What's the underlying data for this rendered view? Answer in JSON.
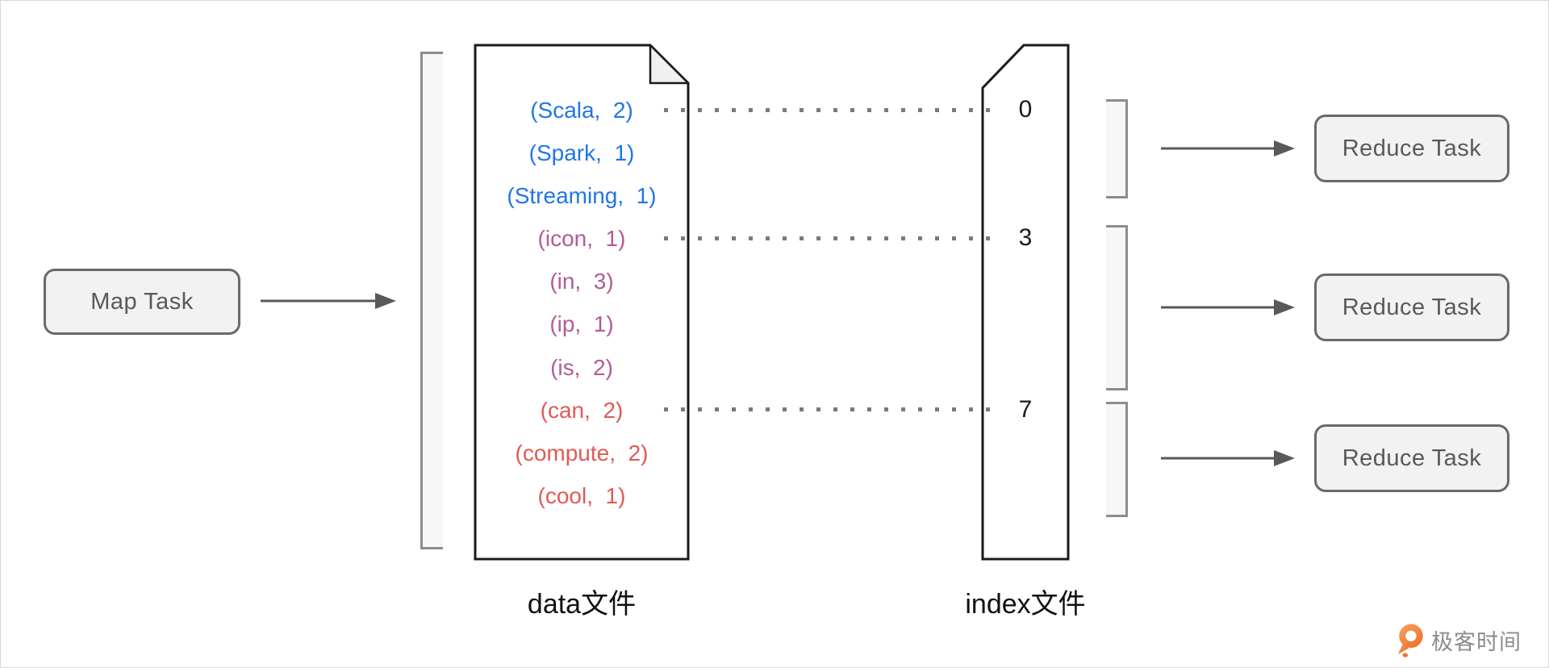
{
  "diagram": {
    "map_task": {
      "label": "Map Task"
    },
    "data_file": {
      "label": "data文件",
      "rows": [
        {
          "text": "(Scala,  2)",
          "group": "blue"
        },
        {
          "text": "(Spark,  1)",
          "group": "blue"
        },
        {
          "text": "(Streaming,  1)",
          "group": "blue"
        },
        {
          "text": "(icon,  1)",
          "group": "purple"
        },
        {
          "text": "(in,  3)",
          "group": "purple"
        },
        {
          "text": "(ip,  1)",
          "group": "purple"
        },
        {
          "text": "(is,  2)",
          "group": "purple"
        },
        {
          "text": "(can,  2)",
          "group": "red"
        },
        {
          "text": "(compute,  2)",
          "group": "red"
        },
        {
          "text": "(cool,  1)",
          "group": "red"
        }
      ]
    },
    "index_file": {
      "label": "index文件",
      "offsets": [
        "0",
        "3",
        "7"
      ]
    },
    "reduce_tasks": [
      {
        "label": "Reduce Task"
      },
      {
        "label": "Reduce Task"
      },
      {
        "label": "Reduce Task"
      }
    ],
    "colors": {
      "pair_blue": "#2176e4",
      "pair_purple": "#b25b99",
      "pair_red": "#e05a55",
      "shape_border": "#1a1a1a",
      "node_fill": "#f2f2f2",
      "node_border": "#696969",
      "node_text": "#595959",
      "bracket_fill": "#f7f7f7",
      "bracket_border": "#8c8c8c",
      "arrow": "#595959",
      "dots": "#7a7a7a",
      "logo_orange": "#ed7532",
      "logo_text_gray": "#8c8c8c"
    }
  },
  "branding": {
    "logo_text": "极客时间"
  }
}
